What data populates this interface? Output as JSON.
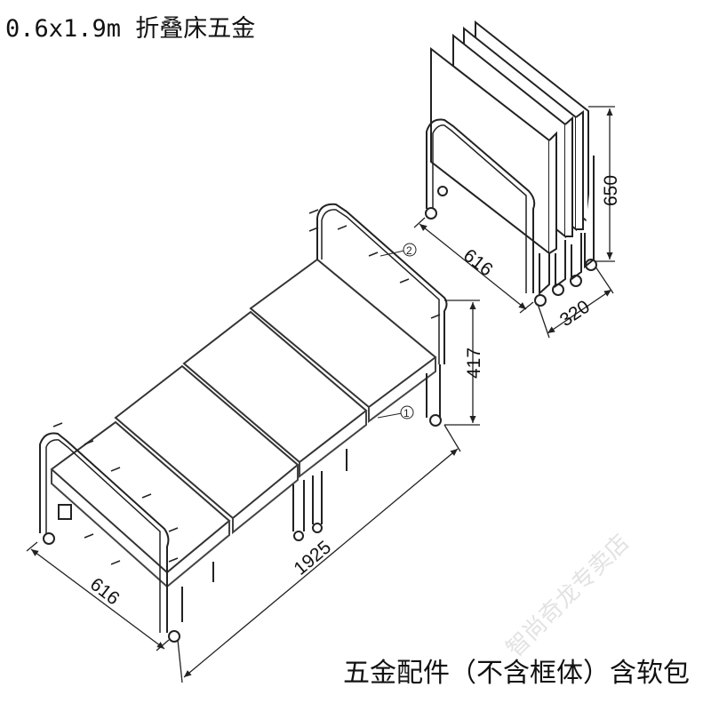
{
  "title": "0.6x1.9m 折叠床五金",
  "caption": "五金配件（不含框体）含软包",
  "watermark": "智尚奇龙专卖店",
  "dimensions": {
    "width_unfolded": "616",
    "length": "1925",
    "height": "417",
    "folded_width": "616",
    "folded_depth": "320",
    "folded_height": "650"
  },
  "callouts": {
    "leg_hinge": "1",
    "screw": "2"
  },
  "colors": {
    "line": "#222222",
    "panel": "#ffffff",
    "panel_edge": "#555555"
  }
}
